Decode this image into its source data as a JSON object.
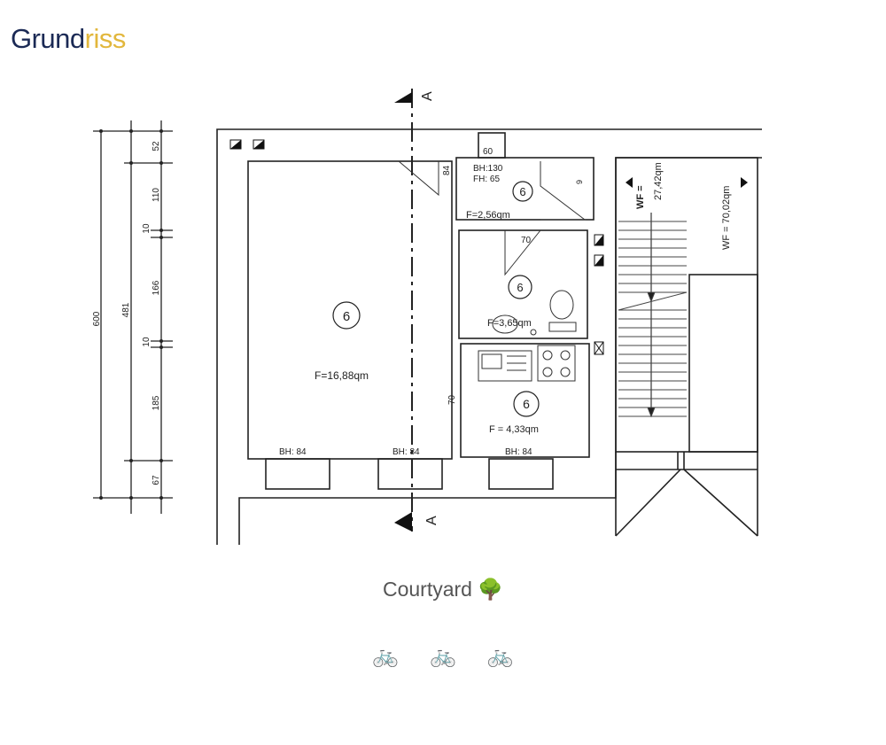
{
  "logo": {
    "part1": "Grund",
    "part2": "riss"
  },
  "plan": {
    "section_marker": "A",
    "dims_outer": {
      "total": "600",
      "sub": "481"
    },
    "dims_inner": [
      "52",
      "110",
      "10",
      "166",
      "10",
      "185",
      "67"
    ],
    "room_number": "6",
    "rooms": {
      "main": {
        "area": "F=16,88qm"
      },
      "wc_top": {
        "bh": "BH:130",
        "fh": "FH: 65",
        "area": "F=2,56qm",
        "door": "84",
        "door2": "9"
      },
      "bath": {
        "area": "F=3,65qm",
        "door": "70"
      },
      "kitchen": {
        "area": "F = 4,33qm",
        "door": "70"
      }
    },
    "top_dim": "60",
    "window_labels": [
      "BH: 84",
      "BH: 84",
      "BH: 84"
    ],
    "stair_labels": {
      "wf1": "WF =",
      "wf1_val": "27,42qm",
      "wf2": "WF = 70,02qm"
    }
  },
  "courtyard": {
    "label": "Courtyard",
    "icon": "🌳"
  },
  "bikes": [
    "🚲",
    "🚲",
    "🚲"
  ]
}
